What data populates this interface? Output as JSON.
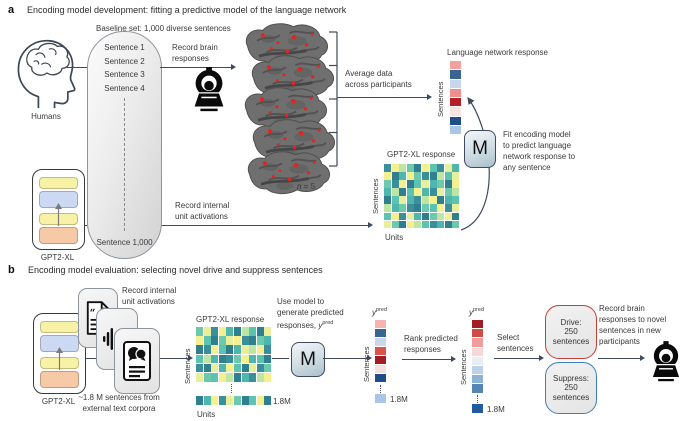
{
  "colors": {
    "arrow": "#3e4a5e",
    "drive_border": "#c63d35",
    "suppress_border": "#3d7eb5",
    "gpt2_layer_1": "#f8f2a6",
    "gpt2_layer_2": "#ccd9f2",
    "gpt2_layer_3": "#f8f2a6",
    "gpt2_layer_4": "#f7c9a6"
  },
  "panel_a": {
    "label": "a",
    "title": "Encoding model development: fitting a predictive model of the language network",
    "baseline_label": "Baseline set: 1,000 diverse sentences",
    "humans_label": "Humans",
    "sentences": [
      "Sentence 1",
      "Sentence 2",
      "Sentence 3",
      "Sentence 4"
    ],
    "last_sentence": "Sentence 1,000",
    "record_brain_lines": [
      "Record brain",
      "responses"
    ],
    "n_italic": "n",
    "n_rest": " = 5",
    "average_lines": [
      "Average data",
      "across participants"
    ],
    "lang_response_title": "Language network response",
    "sentences_axis": "Sentences",
    "units_axis": "Units",
    "gpt2_label": "GPT2-XL",
    "gpt2_response_title": "GPT2-XL response",
    "record_internal_lines": [
      "Record internal",
      "unit activations"
    ],
    "m_label": "M",
    "fit_lines": [
      "Fit encoding model",
      "to predict language",
      "network response to",
      "any sentence"
    ],
    "lang_response_colors": [
      "#f2a09e",
      "#39648f",
      "#c9d7ea",
      "#ef8f8d",
      "#b42025",
      "#f6e3e3",
      "#1f4e8a",
      "#a9c6e8"
    ],
    "matrix_colors": [
      [
        "#3a8f9b",
        "#f4ef8f",
        "#bfe5a5",
        "#6cc9ae",
        "#2f7f8e",
        "#f4ef8f",
        "#5bc3b0",
        "#3a8f9b",
        "#e8ee9c",
        "#4fb6ad"
      ],
      [
        "#f4ef8f",
        "#2f7f8e",
        "#4fb6ad",
        "#f4ef8f",
        "#6cc9ae",
        "#3a8f9b",
        "#2f7f8e",
        "#bfe5a5",
        "#5bc3b0",
        "#e8ee9c"
      ],
      [
        "#6cc9ae",
        "#3a8f9b",
        "#f4ef8f",
        "#2f7f8e",
        "#5bc3b0",
        "#e8ee9c",
        "#4fb6ad",
        "#6cc9ae",
        "#2f7f8e",
        "#f4ef8f"
      ],
      [
        "#4fb6ad",
        "#bfe5a5",
        "#2f7f8e",
        "#5bc3b0",
        "#f4ef8f",
        "#4fb6ad",
        "#3a8f9b",
        "#e8ee9c",
        "#6cc9ae",
        "#bfe5a5"
      ],
      [
        "#2f7f8e",
        "#5bc3b0",
        "#e8ee9c",
        "#4fb6ad",
        "#3a8f9b",
        "#bfe5a5",
        "#f4ef8f",
        "#2f7f8e",
        "#4fb6ad",
        "#5bc3b0"
      ],
      [
        "#bfe5a5",
        "#4fb6ad",
        "#6cc9ae",
        "#3a8f9b",
        "#2f7f8e",
        "#6cc9ae",
        "#5bc3b0",
        "#f4ef8f",
        "#3a8f9b",
        "#e8ee9c"
      ],
      [
        "#5bc3b0",
        "#f4ef8f",
        "#3a8f9b",
        "#e8ee9c",
        "#4fb6ad",
        "#2f7f8e",
        "#6cc9ae",
        "#bfe5a5",
        "#f4ef8f",
        "#2f7f8e"
      ],
      [
        "#e8ee9c",
        "#6cc9ae",
        "#2f7f8e",
        "#f4ef8f",
        "#bfe5a5",
        "#5bc3b0",
        "#3a8f9b",
        "#4fb6ad",
        "#2f7f8e",
        "#6cc9ae"
      ]
    ]
  },
  "panel_b": {
    "label": "b",
    "title": "Encoding model evaluation: selecting novel drive and suppress sentences",
    "gpt2_label": "GPT2-XL",
    "record_internal_lines": [
      "Record internal",
      "unit activations"
    ],
    "corpus_lines": [
      "~1.8 M sentences from",
      "external text corpora"
    ],
    "gpt2_response_title": "GPT2-XL response",
    "sentences_axis": "Sentences",
    "units_axis": "Units",
    "count_label": "1.8M",
    "use_model_lines": [
      "Use model to",
      "generate predicted"
    ],
    "use_model_line3_prefix": "responses, ",
    "ypred_base": "y",
    "ypred_sup": "pred",
    "m_label": "M",
    "rank_lines": [
      "Rank predicted",
      "responses"
    ],
    "select_lines": [
      "Select",
      "sentences"
    ],
    "drive_lines": [
      "Drive:",
      "250",
      "sentences"
    ],
    "suppress_lines": [
      "Suppress:",
      "250",
      "sentences"
    ],
    "record_brain_lines": [
      "Record brain",
      "responses to novel",
      "sentences in new",
      "participants"
    ],
    "matrix_colors": [
      [
        "#6cc9ae",
        "#e8ee9c",
        "#3a8f9b",
        "#f4ef8f",
        "#4fb6ad",
        "#2f7f8e",
        "#bfe5a5",
        "#5bc3b0",
        "#2f7f8e",
        "#e8ee9c"
      ],
      [
        "#f4ef8f",
        "#5bc3b0",
        "#2f7f8e",
        "#6cc9ae",
        "#e8ee9c",
        "#f4ef8f",
        "#3a8f9b",
        "#2f7f8e",
        "#6cc9ae",
        "#4fb6ad"
      ],
      [
        "#2f7f8e",
        "#3a8f9b",
        "#f4ef8f",
        "#5bc3b0",
        "#2f7f8e",
        "#4fb6ad",
        "#e8ee9c",
        "#bfe5a5",
        "#f4ef8f",
        "#3a8f9b"
      ],
      [
        "#5bc3b0",
        "#bfe5a5",
        "#4fb6ad",
        "#2f7f8e",
        "#3a8f9b",
        "#6cc9ae",
        "#f4ef8f",
        "#4fb6ad",
        "#5bc3b0",
        "#2f7f8e"
      ],
      [
        "#3a8f9b",
        "#2f7f8e",
        "#e8ee9c",
        "#4fb6ad",
        "#f4ef8f",
        "#5bc3b0",
        "#2f7f8e",
        "#e8ee9c",
        "#3a8f9b",
        "#6cc9ae"
      ],
      [
        "#e8ee9c",
        "#6cc9ae",
        "#5bc3b0",
        "#f4ef8f",
        "#bfe5a5",
        "#2f7f8e",
        "#4fb6ad",
        "#3a8f9b",
        "#bfe5a5",
        "#f4ef8f"
      ]
    ],
    "matrix_bottom_row": [
      "#2f7f8e",
      "#4fb6ad",
      "#f4ef8f",
      "#3a8f9b",
      "#e8ee9c",
      "#6cc9ae",
      "#2f7f8e",
      "#5bc3b0",
      "#f4ef8f",
      "#2f7f8e"
    ],
    "ypred1_colors": [
      "#f5b3b1",
      "#39648f",
      "#c9d7ea",
      "#d9534b",
      "#a11d23",
      "#f3e0e1",
      "#1f4e8a"
    ],
    "ypred1_bottom": "#a9c6e8",
    "ypred2_colors": [
      "#a11d23",
      "#d04b45",
      "#ef9d9b",
      "#f7d8d7",
      "#e9eef5",
      "#bcd2e8",
      "#8cb2d8",
      "#5585b5"
    ],
    "ypred2_bottom": "#1f5b9e"
  }
}
